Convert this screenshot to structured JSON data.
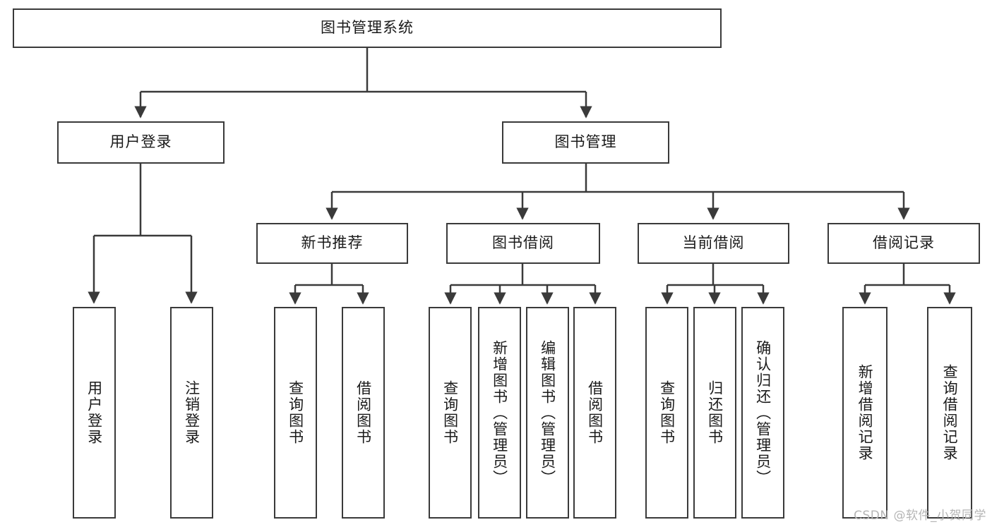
{
  "diagram": {
    "title": "图书管理系统",
    "watermark": "CSDN @软件_小贺同学",
    "colors": {
      "stroke": "#3a3a3a",
      "background": "#ffffff",
      "text": "#1a1a1a",
      "watermark": "#b5b5b5"
    },
    "root": {
      "label": "图书管理系统"
    },
    "level2": [
      {
        "label": "用户登录"
      },
      {
        "label": "图书管理"
      }
    ],
    "level3": [
      {
        "label": "新书推荐"
      },
      {
        "label": "图书借阅"
      },
      {
        "label": "当前借阅"
      },
      {
        "label": "借阅记录"
      }
    ],
    "leaves": {
      "user_login": [
        {
          "label": "用户登录"
        },
        {
          "label": "注销登录"
        }
      ],
      "new_book_recommend": [
        {
          "label": "查询图书"
        },
        {
          "label": "借阅图书"
        }
      ],
      "book_borrow": [
        {
          "label": "查询图书"
        },
        {
          "label": "新增图书（管理员）"
        },
        {
          "label": "编辑图书（管理员）"
        },
        {
          "label": "借阅图书"
        }
      ],
      "current_borrow": [
        {
          "label": "查询图书"
        },
        {
          "label": "归还图书"
        },
        {
          "label": "确认归还（管理员）"
        }
      ],
      "borrow_record": [
        {
          "label": "新增借阅记录"
        },
        {
          "label": "查询借阅记录"
        }
      ]
    }
  }
}
